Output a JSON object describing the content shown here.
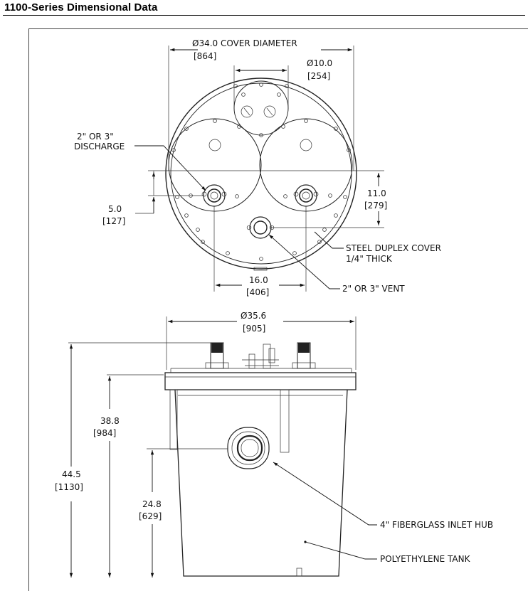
{
  "header": {
    "title": "1100-Series Dimensional Data"
  },
  "top_view": {
    "cover_diameter": "Ø34.0 COVER DIAMETER",
    "cover_diameter_mm": "[864]",
    "hatch_diameter": "Ø10.0",
    "hatch_diameter_mm": "[254]",
    "discharge_line1": "2\" OR 3\"",
    "discharge_line2": "DISCHARGE",
    "offset_small": "5.0",
    "offset_small_mm": "[127]",
    "offset_large": "11.0",
    "offset_large_mm": "[279]",
    "cover_line1": "STEEL DUPLEX COVER",
    "cover_line2": "1/4\" THICK",
    "spacing": "16.0",
    "spacing_mm": "[406]",
    "vent": "2\" OR 3\" VENT"
  },
  "side_view": {
    "flange_diameter": "Ø35.6",
    "flange_diameter_mm": "[905]",
    "overall_height": "44.5",
    "overall_height_mm": "[1130]",
    "tank_height": "38.8",
    "tank_height_mm": "[984]",
    "inlet_height": "24.8",
    "inlet_height_mm": "[629]",
    "inlet_hub": "4\" FIBERGLASS INLET HUB",
    "tank": "POLYETHYLENE TANK"
  }
}
